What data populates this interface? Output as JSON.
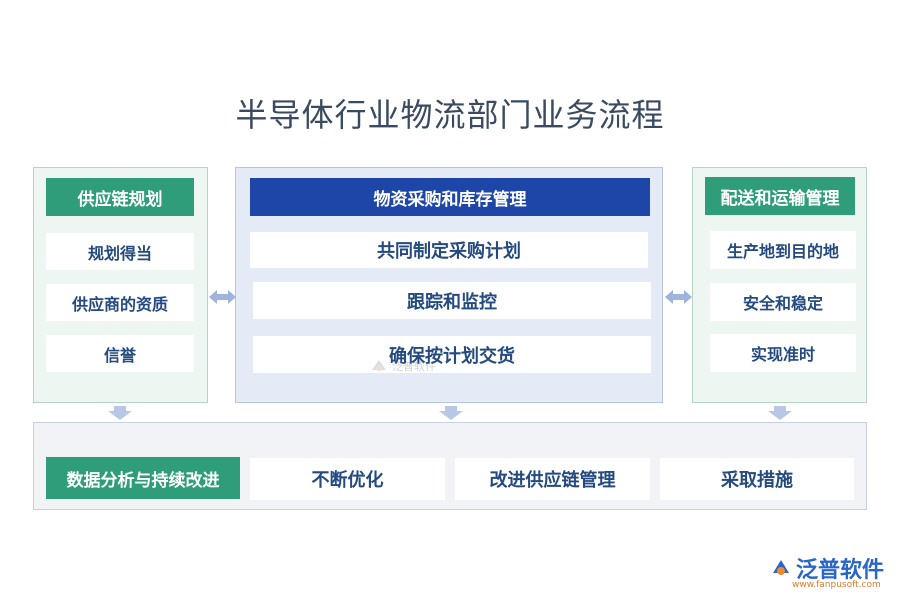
{
  "title": "半导体行业物流部门业务流程",
  "left": {
    "header": "供应链规划",
    "items": [
      "规划得当",
      "供应商的资质",
      "信誉"
    ]
  },
  "center": {
    "header": "物资采购和库存管理",
    "items": [
      "共同制定采购计划",
      "跟踪和监控",
      "确保按计划交货"
    ]
  },
  "right": {
    "header": "配送和运输管理",
    "items": [
      "生产地到目的地",
      "安全和稳定",
      "实现准时"
    ]
  },
  "bottom": {
    "header": "数据分析与持续改进",
    "items": [
      "不断优化",
      "改进供应链管理",
      "采取措施"
    ]
  },
  "watermark": "泛普软件",
  "brand": {
    "name": "泛普软件",
    "url": "www.fanpusoft.com"
  },
  "colors": {
    "green": "#2f9c7a",
    "navy": "#1d46a8",
    "item_text": "#244a80",
    "arrow": "#9fb4dc"
  }
}
